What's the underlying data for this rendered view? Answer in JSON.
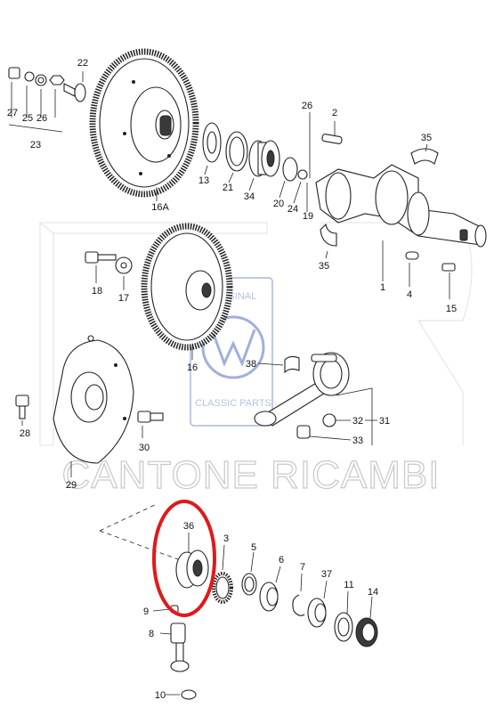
{
  "watermark": {
    "shop_name": "CANTONE RICAMBI",
    "badge_top": "ORIGINAL",
    "badge_bottom": "CLASSIC PARTS",
    "badge_logo": "VW"
  },
  "highlight": {
    "color": "#e0191b"
  },
  "callouts": {
    "p22": "22",
    "p27": "27",
    "p25": "25",
    "p26": "26",
    "p23": "23",
    "p16a": "16A",
    "p13": "13",
    "p21": "21",
    "p34": "34",
    "p20": "20",
    "p24": "24",
    "p19": "19",
    "p26b": "26",
    "p2": "2",
    "p35a": "35",
    "p35b": "35",
    "p1": "1",
    "p4": "4",
    "p15": "15",
    "p18": "18",
    "p17": "17",
    "p16": "16",
    "p38": "38",
    "p32": "32",
    "p31": "31",
    "p33": "33",
    "p28": "28",
    "p30": "30",
    "p29": "29",
    "p36": "36",
    "p3": "3",
    "p5": "5",
    "p6": "6",
    "p7": "7",
    "p37": "37",
    "p11": "11",
    "p14": "14",
    "p9": "9",
    "p8": "8",
    "p10": "10"
  }
}
